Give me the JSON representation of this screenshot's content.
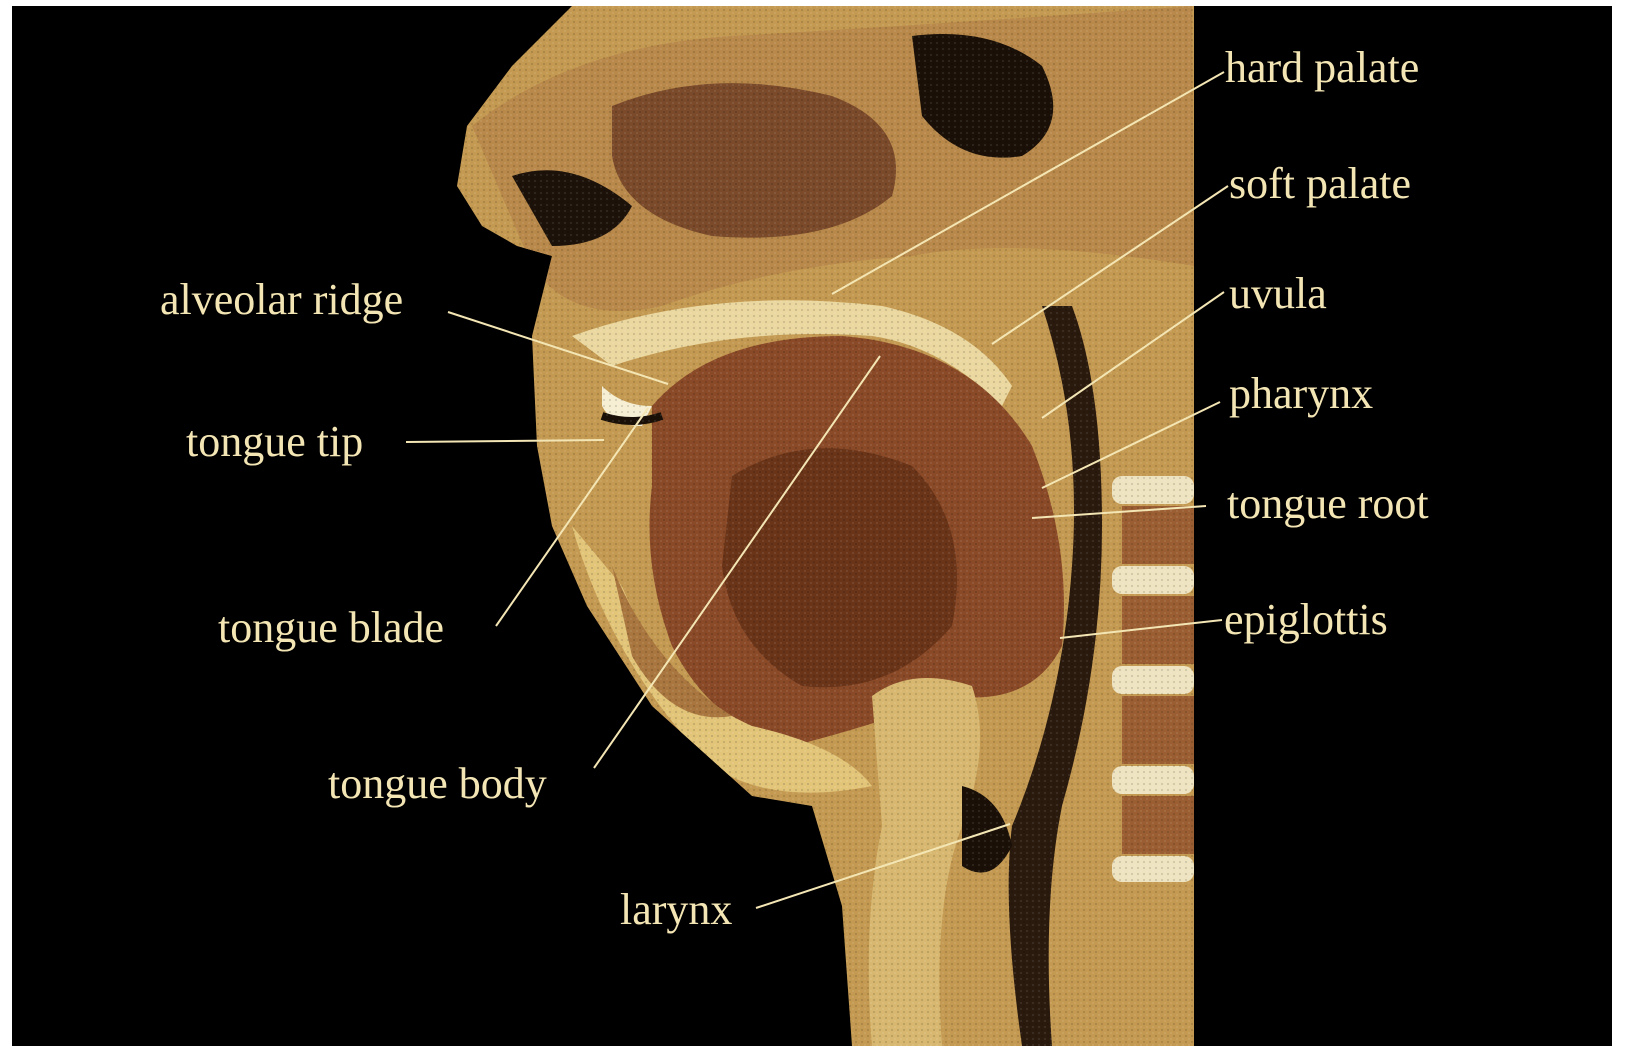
{
  "labels": {
    "hard_palate": "hard palate",
    "soft_palate": "soft palate",
    "uvula": "uvula",
    "pharynx": "pharynx",
    "tongue_root": "tongue root",
    "epiglottis": "epiglottis",
    "alveolar_ridge": "alveolar ridge",
    "tongue_tip": "tongue tip",
    "tongue_blade": "tongue blade",
    "tongue_body": "tongue body",
    "larynx": "larynx"
  },
  "colors": {
    "background": "#000000",
    "label_text": "#f4e6b4",
    "leader_line": "#f4e6b4",
    "bone_light": "#e8c872",
    "tissue_tan": "#c29a55",
    "muscle_brown": "#8a4e2a",
    "muscle_dark": "#5a2e18"
  }
}
